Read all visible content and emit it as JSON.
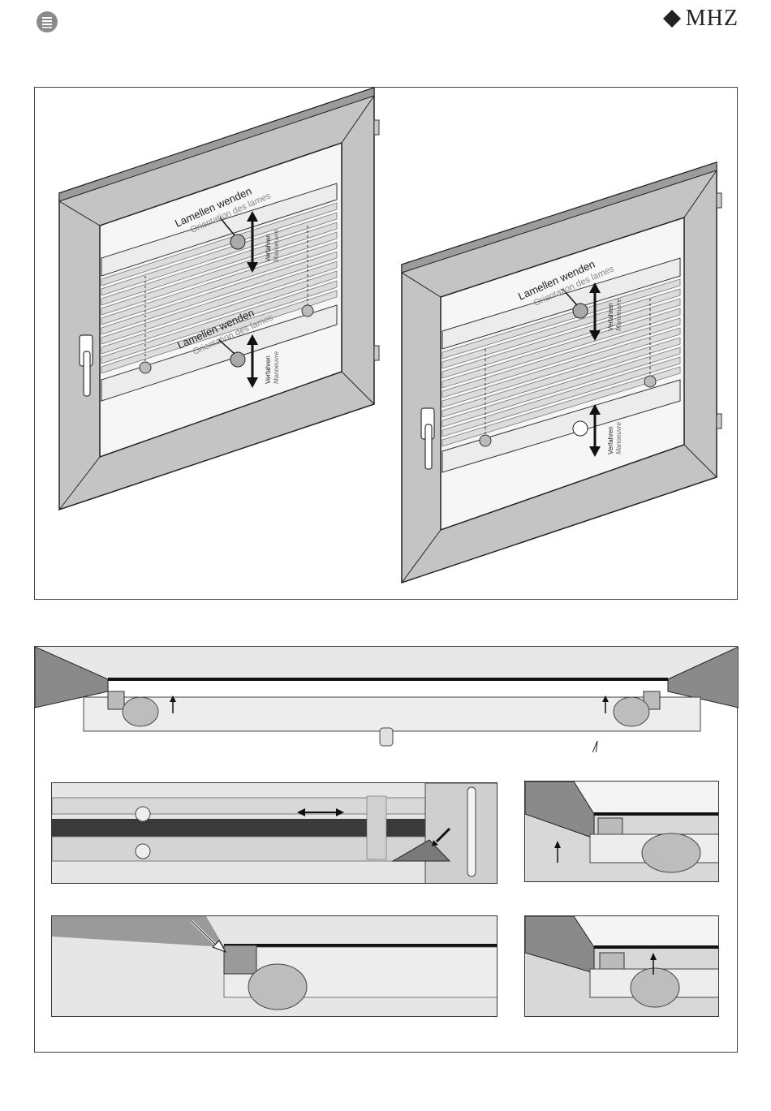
{
  "header": {
    "page_icon": "menu-lines-icon",
    "brand": {
      "mark": "diamond-icon",
      "name": "MHZ"
    }
  },
  "figure_top": {
    "left_window": {
      "top_label": {
        "de": "Lamellen wenden",
        "fr": "Orientation des lames"
      },
      "mid_label": {
        "de": "Lamellen wenden",
        "fr": "Orientation des lames"
      },
      "move_top": {
        "de": "Verfahren",
        "fr": "Manoeuvre"
      },
      "move_mid": {
        "de": "Verfahren",
        "fr": "Manoeuvre"
      }
    },
    "right_window": {
      "top_label": {
        "de": "Lamellen wenden",
        "fr": "Orientation des lames"
      },
      "move_top": {
        "de": "Verfahren",
        "fr": "Manoeuvre"
      },
      "move_bottom": {
        "de": "Verfahren",
        "fr": "Manoeuvre"
      }
    }
  },
  "colors": {
    "frame_gray": "#c4c4c4",
    "frame_dark": "#9a9a9a",
    "line": "#222222",
    "blind_light": "#e4e4e4"
  }
}
